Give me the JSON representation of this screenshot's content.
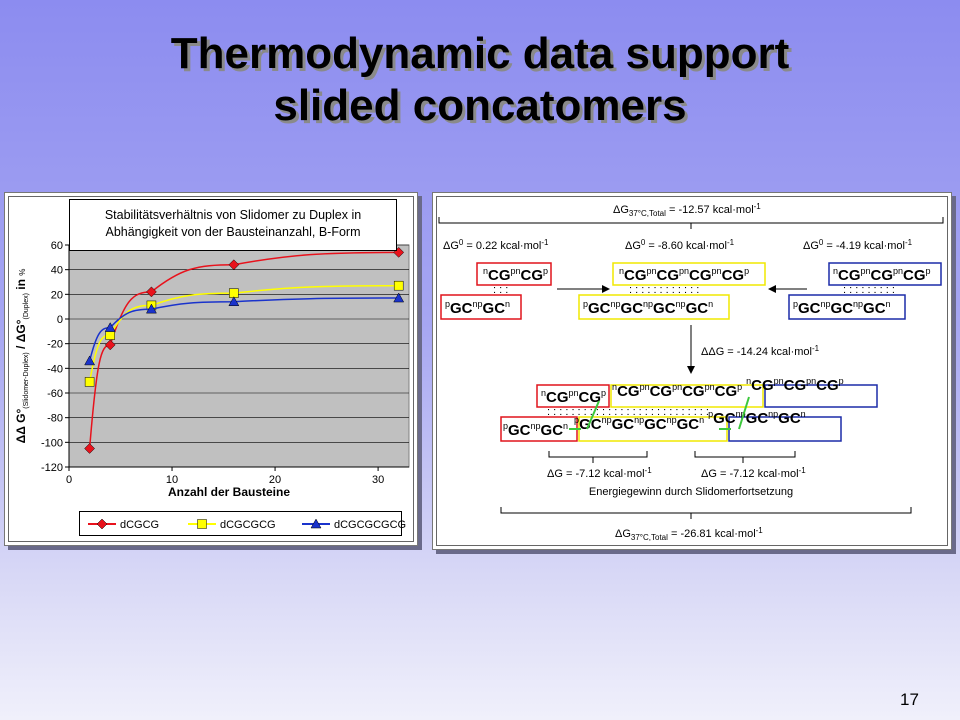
{
  "slide": {
    "title_line1": "Thermodynamic data support",
    "title_line2": "slided concatomers",
    "page_number": "17"
  },
  "chart_data": {
    "type": "line",
    "title_line1": "Stabilitätsverhältnis von Slidomer zu Duplex in",
    "title_line2": "Abhängigkeit von der Bausteinanzahl, B-Form",
    "xlabel": "Anzahl der Bausteine",
    "ylabel_parts": [
      "ΔΔ G°",
      "(Slidomer-Duplex)",
      " / ",
      "ΔG°",
      "(Duplex)",
      " in ",
      "%"
    ],
    "xlim": [
      0,
      33
    ],
    "ylim": [
      -120,
      60
    ],
    "x_ticks": [
      "0",
      "10",
      "20",
      "30"
    ],
    "y_ticks": [
      "60",
      "40",
      "20",
      "0",
      "-20",
      "-40",
      "-60",
      "-80",
      "-100",
      "-120"
    ],
    "grid": true,
    "legend_position": "bottom",
    "series": [
      {
        "name": "dCGCG",
        "color": "#e8121c",
        "marker": "diamond",
        "x": [
          2,
          4,
          8,
          16,
          32
        ],
        "y": [
          -105,
          -21,
          22,
          44,
          54
        ]
      },
      {
        "name": "dCGCGCG",
        "color": "#ffff00",
        "marker": "square",
        "x": [
          2,
          4,
          8,
          16,
          32
        ],
        "y": [
          -51,
          -13,
          11,
          21,
          27
        ]
      },
      {
        "name": "dCGCGCGCG",
        "color": "#1a33cc",
        "marker": "triangle",
        "x": [
          2,
          4,
          8,
          16,
          32
        ],
        "y": [
          -34,
          -7,
          8,
          14,
          17
        ]
      }
    ]
  },
  "diagram": {
    "total_top": {
      "prefix": "ΔG",
      "sub": "37°C,Total",
      "value": " = -12.57 kcal·mol",
      "sup": "-1"
    },
    "dG1": {
      "prefix": "ΔG",
      "sup0": "0",
      "value": " = 0.22 kcal·mol",
      "sup": "-1"
    },
    "dG2": {
      "prefix": "ΔG",
      "sup0": "0",
      "value": " = -8.60 kcal·mol",
      "sup": "-1"
    },
    "dG3": {
      "prefix": "ΔG",
      "sup0": "0",
      "value": " = -4.19 kcal·mol",
      "sup": "-1"
    },
    "ddG": {
      "text": "ΔΔG = -14.24 kcal·mol",
      "sup": "-1"
    },
    "dG_left": {
      "text": "ΔG = -7.12 kcal·mol",
      "sup": "-1"
    },
    "dG_right": {
      "text": "ΔG = -7.12 kcal·mol",
      "sup": "-1"
    },
    "energy_caption": "Energiegewinn durch Slidomerfortsetzung",
    "total_bottom": {
      "prefix": "ΔG",
      "sub": "37°C,Total",
      "value": " = -26.81 kcal·mol",
      "sup": "-1"
    },
    "colors": {
      "red": "#e0141c",
      "yellow": "#f0e800",
      "blue": "#1c2ca8",
      "green": "#3cc83c"
    }
  }
}
